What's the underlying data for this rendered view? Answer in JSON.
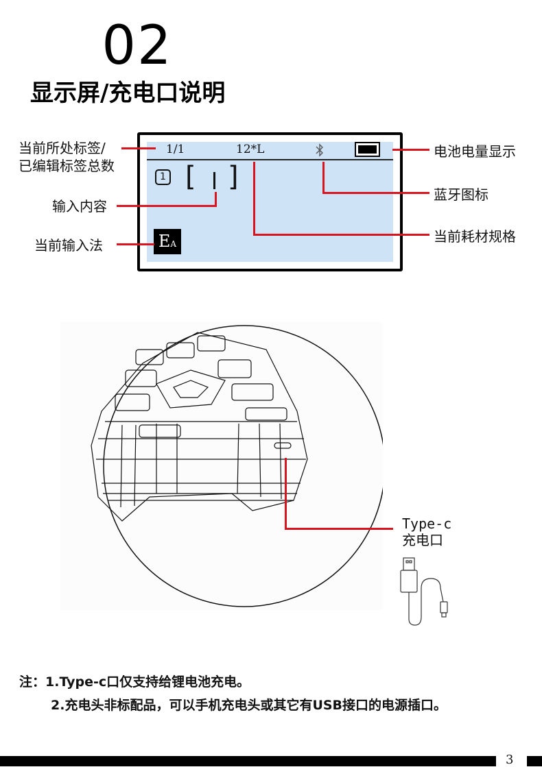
{
  "section": {
    "number": "02",
    "title": "显示屏/充电口说明"
  },
  "lcd": {
    "page_indicator": "1/1",
    "consumable": "12*L",
    "label_index": "1",
    "bracket_open": "[",
    "bracket_close": "]",
    "ime_main": "E",
    "ime_sub": "A"
  },
  "callouts": {
    "left": {
      "current_label_line1": "当前所处标签/",
      "current_label_line2": "已编辑标签总数",
      "input_content": "输入内容",
      "input_method": "当前输入法"
    },
    "right": {
      "battery": "电池电量显示",
      "bluetooth": "蓝牙图标",
      "consumable_spec": "当前耗材规格"
    }
  },
  "charging_port": {
    "line1": "Type-c",
    "line2": "充电口"
  },
  "notes": {
    "prefix": "注：",
    "item1": "1.Type-c口仅支持给锂电池充电。",
    "item2": "2.充电头非标配品，可以手机充电头或其它有USB接口的电源插口。"
  },
  "page_number": "3",
  "colors": {
    "accent_line": "#d8141e",
    "lcd_background": "#cfe3f7",
    "text": "#111111"
  }
}
